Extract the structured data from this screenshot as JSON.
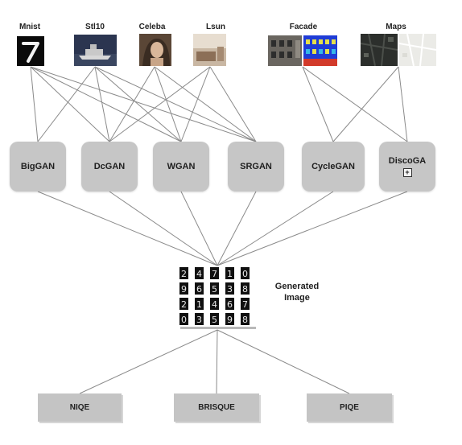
{
  "colors": {
    "node_fill": "#c6c6c6",
    "metric_fill": "#c4c4c4",
    "edge": "#8a8a8a"
  },
  "datasets": [
    {
      "id": "mnist",
      "label": "Mnist"
    },
    {
      "id": "stl10",
      "label": "Stl10"
    },
    {
      "id": "celeba",
      "label": "Celeba"
    },
    {
      "id": "lsun",
      "label": "Lsun"
    },
    {
      "id": "facade",
      "label": "Facade"
    },
    {
      "id": "maps",
      "label": "Maps"
    }
  ],
  "models": [
    {
      "id": "biggan",
      "label": "BigGAN"
    },
    {
      "id": "dcgan",
      "label": "DcGAN"
    },
    {
      "id": "wgan",
      "label": "WGAN"
    },
    {
      "id": "srgan",
      "label": "SRGAN"
    },
    {
      "id": "cyclegan",
      "label": "CycleGAN"
    },
    {
      "id": "discogan",
      "label": "DiscoGA",
      "icon": "plus-box-icon",
      "icon_glyph": "+"
    }
  ],
  "generated": {
    "label_line1": "Generated",
    "label_line2": "Image",
    "icon": "digit-grid-icon"
  },
  "metrics": [
    {
      "id": "niqe",
      "label": "NIQE"
    },
    {
      "id": "brisque",
      "label": "BRISQUE"
    },
    {
      "id": "piqe",
      "label": "PIQE"
    }
  ],
  "edges_dataset_to_model": [
    [
      "mnist",
      "biggan"
    ],
    [
      "mnist",
      "dcgan"
    ],
    [
      "mnist",
      "wgan"
    ],
    [
      "mnist",
      "srgan"
    ],
    [
      "stl10",
      "biggan"
    ],
    [
      "stl10",
      "dcgan"
    ],
    [
      "stl10",
      "wgan"
    ],
    [
      "stl10",
      "srgan"
    ],
    [
      "celeba",
      "dcgan"
    ],
    [
      "celeba",
      "wgan"
    ],
    [
      "celeba",
      "srgan"
    ],
    [
      "lsun",
      "dcgan"
    ],
    [
      "lsun",
      "wgan"
    ],
    [
      "lsun",
      "srgan"
    ],
    [
      "facade",
      "cyclegan"
    ],
    [
      "facade",
      "discogan"
    ],
    [
      "maps",
      "cyclegan"
    ],
    [
      "maps",
      "discogan"
    ]
  ]
}
